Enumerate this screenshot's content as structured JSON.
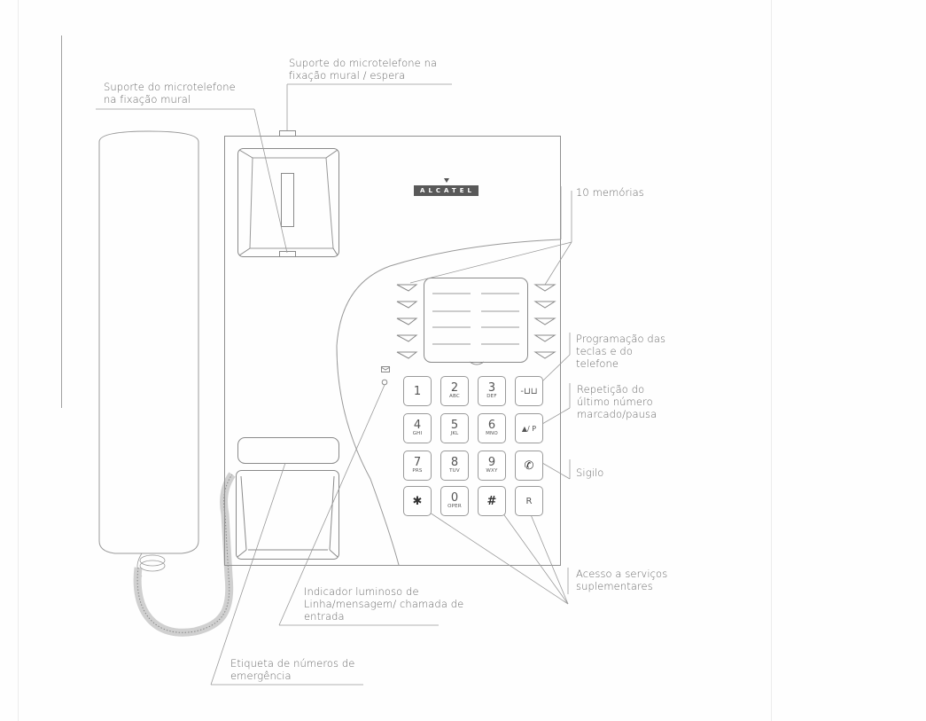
{
  "diagram": {
    "subject": "Alcatel telephone front view with labelled parts",
    "brand_logo": "ALCATEL",
    "keypad": [
      {
        "digit": "1",
        "sub": ""
      },
      {
        "digit": "2",
        "sub": "ABC"
      },
      {
        "digit": "3",
        "sub": "DEF"
      },
      {
        "digit": "",
        "sub": "",
        "icon": "programming-icon",
        "glyph": "-⊔⊔"
      },
      {
        "digit": "4",
        "sub": "GHI"
      },
      {
        "digit": "5",
        "sub": "JKL"
      },
      {
        "digit": "6",
        "sub": "MNO"
      },
      {
        "digit": "",
        "sub": "",
        "icon": "redial-pause-icon",
        "glyph": "▲/ P"
      },
      {
        "digit": "7",
        "sub": "PRS"
      },
      {
        "digit": "8",
        "sub": "TUV"
      },
      {
        "digit": "9",
        "sub": "WXY"
      },
      {
        "digit": "",
        "sub": "",
        "icon": "mute-handset-icon",
        "glyph": "✆"
      },
      {
        "digit": "✱",
        "sub": ""
      },
      {
        "digit": "0",
        "sub": "OPER"
      },
      {
        "digit": "#",
        "sub": ""
      },
      {
        "digit": "R",
        "sub": ""
      }
    ],
    "memory_keys_per_side": 5,
    "labels": {
      "wall_mount_hold": "Suporte do microtelefone na\nfixação mural / espera",
      "wall_mount": "Suporte do microtelefone\nna fixação mural",
      "memories": "10 memórias",
      "programming": "Programação das\nteclas e do\ntelefone",
      "redial": "Repetição do\núltimo número\nmarcado/pausa",
      "mute": "Sigilo",
      "supplementary": "Acesso a serviços\nsuplementares",
      "indicator": "Indicador luminoso de\nLinha/mensagem/ chamada de\nentrada",
      "emergency": "Etiqueta de números de\nemergência"
    }
  }
}
